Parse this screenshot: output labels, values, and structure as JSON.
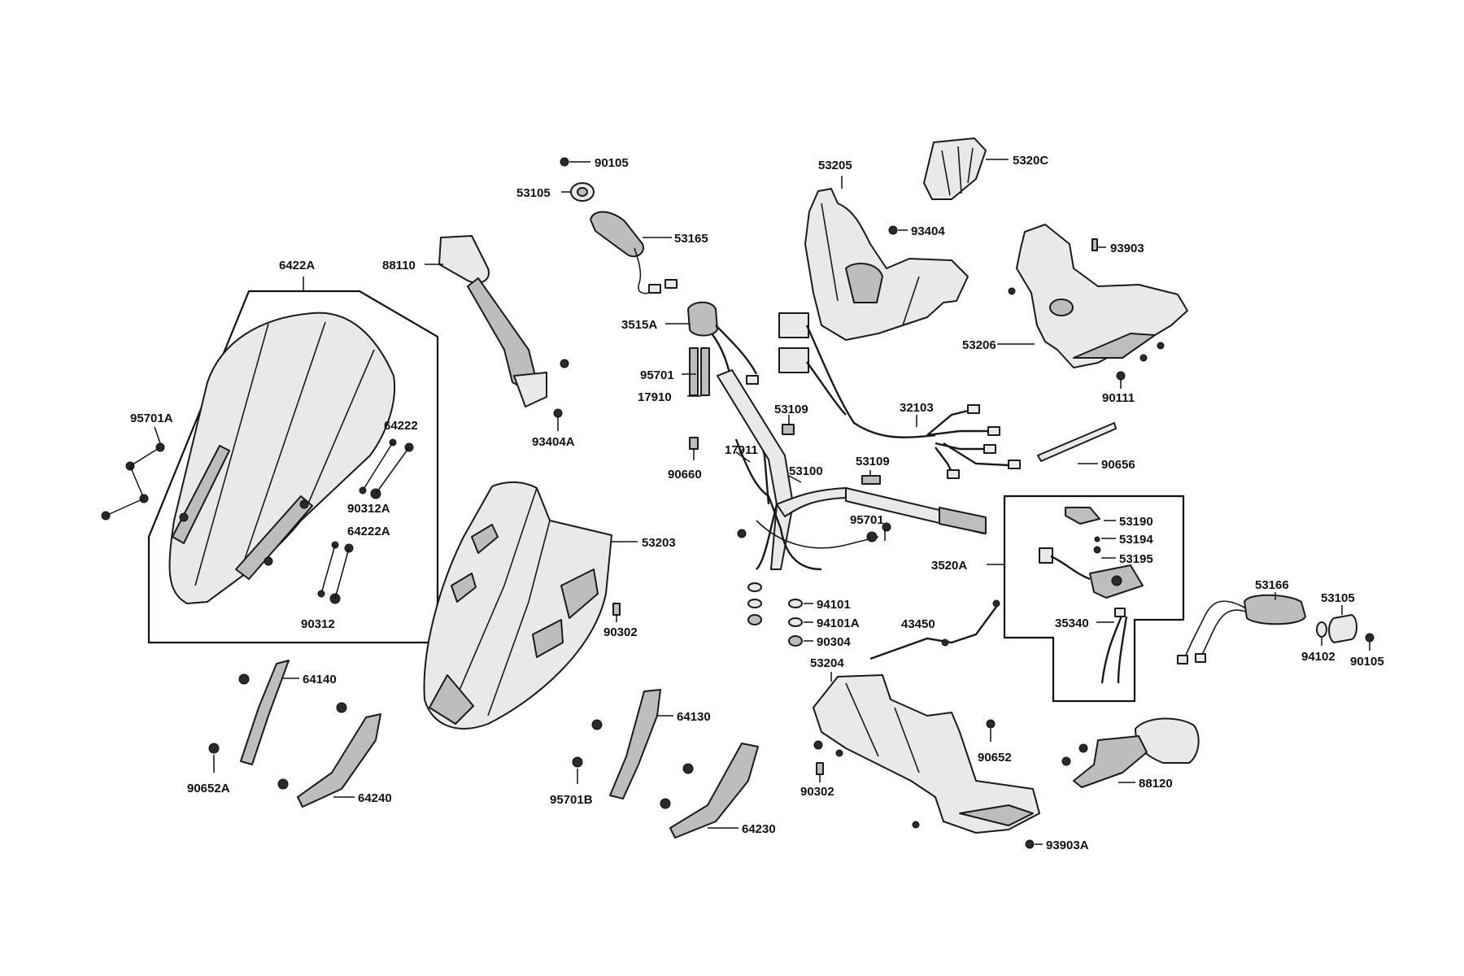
{
  "labels": {
    "l6422A": "6422A",
    "l95701A": "95701A",
    "l64222": "64222",
    "l90312A": "90312A",
    "l64222A": "64222A",
    "l90312": "90312",
    "l88110": "88110",
    "l93404A": "93404A",
    "l90105a": "90105",
    "l53105a": "53105",
    "l53165": "53165",
    "l3515A": "3515A",
    "l95701a": "95701",
    "l17910": "17910",
    "l90660": "90660",
    "l17911": "17911",
    "l53109a": "53109",
    "l53100": "53100",
    "l53109b": "53109",
    "l95701b": "95701",
    "l53203": "53203",
    "l90302a": "90302",
    "l94101": "94101",
    "l94101A": "94101A",
    "l90304": "90304",
    "l43450": "43450",
    "l53205": "53205",
    "l5320C": "5320C",
    "l93404": "93404",
    "l32103": "32103",
    "l93903": "93903",
    "l53206": "53206",
    "l90111": "90111",
    "l90656": "90656",
    "l53190": "53190",
    "l53194": "53194",
    "l3520A": "3520A",
    "l53195": "53195",
    "l35340": "35340",
    "l53166": "53166",
    "l53105b": "53105",
    "l94102": "94102",
    "l90105b": "90105",
    "l64140": "64140",
    "l90652A": "90652A",
    "l64240": "64240",
    "l64130": "64130",
    "l95701B": "95701B",
    "l64230": "64230",
    "l53204": "53204",
    "l90302b": "90302",
    "l90652": "90652",
    "l88120": "88120",
    "l93903A": "93903A"
  },
  "icons": {
    "windscreen": "windscreen-icon",
    "front_cover": "front-cover-icon",
    "mirror": "mirror-icon",
    "grip": "grip-icon",
    "handlebar": "handlebar-icon",
    "wire_harness": "wire-harness-icon",
    "switch": "switch-icon",
    "bracket": "bracket-icon",
    "bolt": "bolt-icon",
    "cover": "cover-icon"
  },
  "colors": {
    "line": "#1a1a1a",
    "fill": "#e9e9e9",
    "shade": "#bdbdbd",
    "background": "#ffffff"
  }
}
